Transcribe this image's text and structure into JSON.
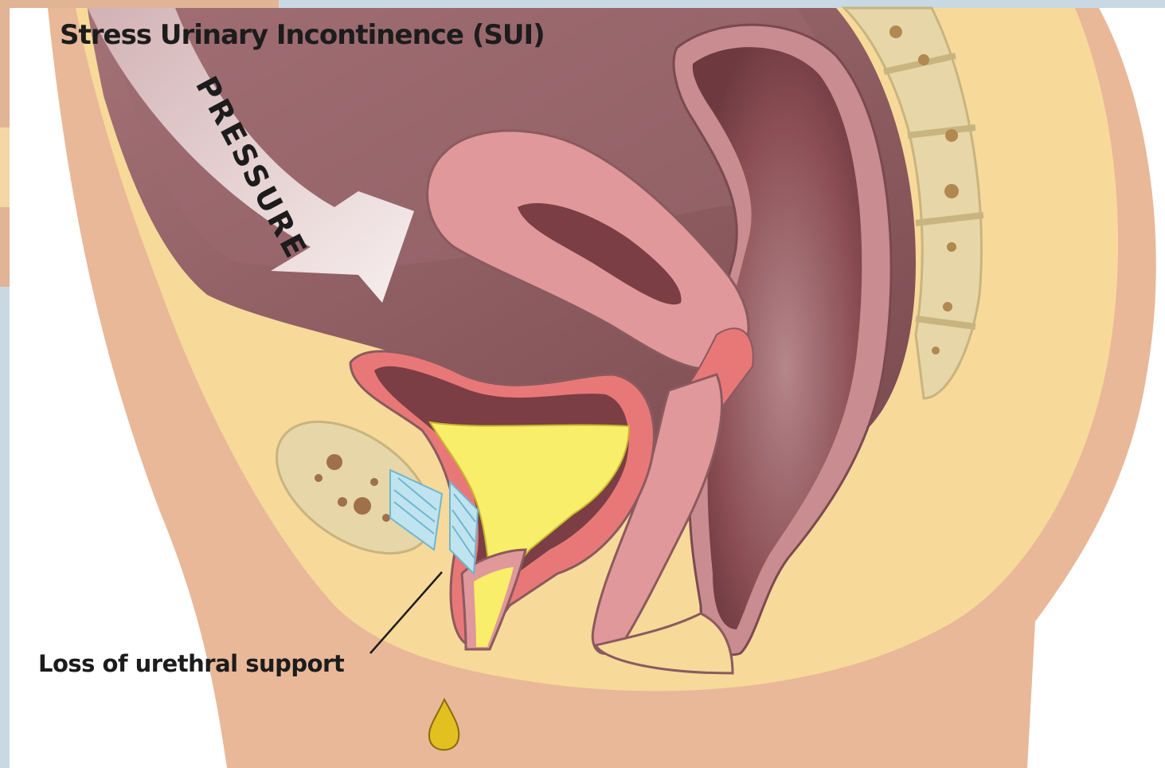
{
  "diagram": {
    "title": "Stress Urinary Incontinence (SUI)",
    "pressure_label": "PRESSURE",
    "callout_label": "Loss of urethral support"
  },
  "colors": {
    "frame_blue": "#c9d9e3",
    "skin_outer": "#e8b898",
    "fat_yellow": "#f7d99a",
    "cavity_dark": "#8a5a5e",
    "organ_pink": "#e0989a",
    "organ_lining": "#e87878",
    "rectum_dark": "#7a4044",
    "urine_yellow": "#f8ee6a",
    "bone_tan": "#e6d6a8",
    "ligament_blue": "#bfe4ef",
    "droplet": "#e2c020"
  }
}
